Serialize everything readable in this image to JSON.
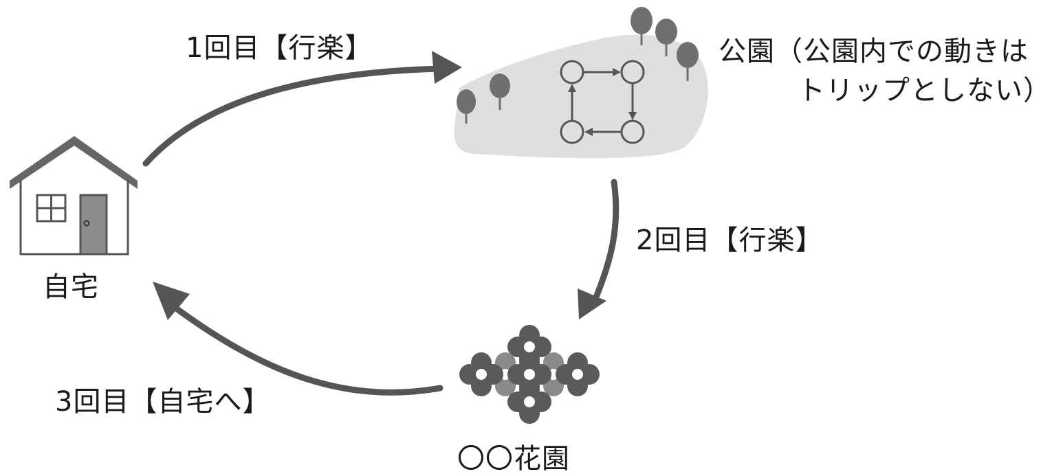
{
  "nodes": {
    "home": {
      "label": "自宅"
    },
    "park": {
      "label_line1": "公園（公園内での動きは",
      "label_line2": "トリップとしない）"
    },
    "garden": {
      "label": "〇〇花園"
    }
  },
  "trips": [
    {
      "label": "1回目【行楽】",
      "from": "home",
      "to": "park"
    },
    {
      "label": "2回目【行楽】",
      "from": "park",
      "to": "garden"
    },
    {
      "label": "3回目【自宅へ】",
      "from": "garden",
      "to": "home"
    }
  ],
  "colors": {
    "arrow": "#555555",
    "outline": "#555555",
    "park_area": "#dedfde",
    "tree": "#6f6f6f",
    "flower_dark": "#5a5a5a",
    "flower_light": "#8a8a8a",
    "door": "#8c8c8c"
  }
}
